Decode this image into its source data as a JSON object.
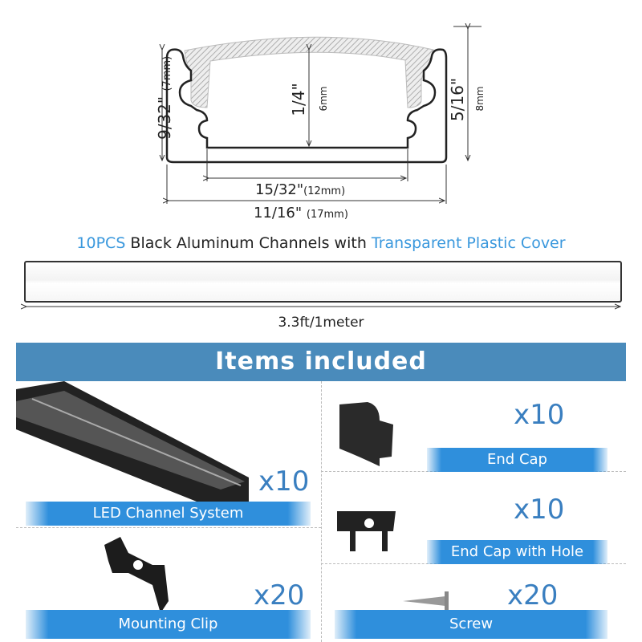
{
  "diagram": {
    "height_outer": "9/32\"",
    "height_outer_mm": "(7mm)",
    "height_inner": "1/4\"",
    "height_inner_mm": "6mm",
    "height_total": "5/16\"",
    "height_total_mm": "8mm",
    "width_inner": "15/32\"",
    "width_inner_mm": "(12mm)",
    "width_outer": "11/16\"",
    "width_outer_mm": "(17mm)"
  },
  "title": {
    "part1": "10PCS",
    "part2": " Black Aluminum Channels with ",
    "part3": "Transparent Plastic Cover"
  },
  "length": "3.3ft/1meter",
  "items": {
    "header": "Items included",
    "list": [
      {
        "label": "LED Channel System",
        "count": "x10"
      },
      {
        "label": "Mounting Clip",
        "count": "x20"
      },
      {
        "label": "End Cap",
        "count": "x10"
      },
      {
        "label": "End Cap with Hole",
        "count": "x10"
      },
      {
        "label": "Screw",
        "count": "x20"
      }
    ]
  },
  "colors": {
    "accent": "#3a98dd",
    "header": "#4a8bbb",
    "label": "#2f8fdc"
  }
}
